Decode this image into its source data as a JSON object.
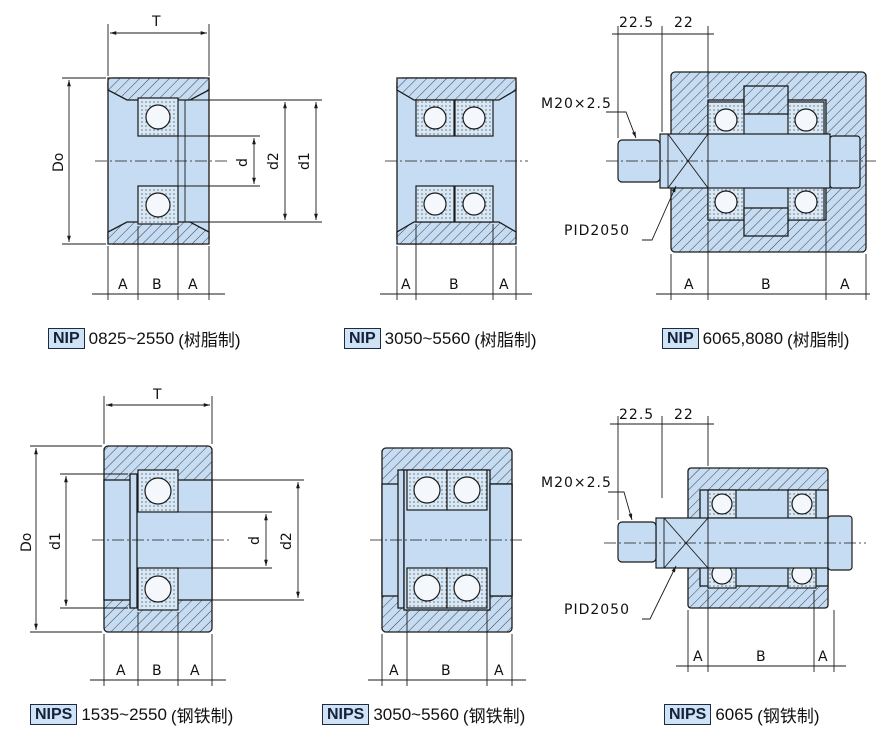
{
  "labels": {
    "T": "T",
    "Do": "Do",
    "d": "d",
    "d1": "d1",
    "d2": "d2",
    "A": "A",
    "B": "B",
    "dim_22_5": "22.5",
    "dim_22": "22",
    "thread": "M20×2.5",
    "pid": "PID2050"
  },
  "captions": [
    {
      "model": "NIP",
      "range": "0825~2550",
      "material": "(树脂制)"
    },
    {
      "model": "NIP",
      "range": "3050~5560",
      "material": "(树脂制)"
    },
    {
      "model": "NIP",
      "range": "6065,8080",
      "material": "(树脂制)"
    },
    {
      "model": "NIPS",
      "range": "1535~2550",
      "material": "(钢铁制)"
    },
    {
      "model": "NIPS",
      "range": "3050~5560",
      "material": "(钢铁制)"
    },
    {
      "model": "NIPS",
      "range": "6065",
      "material": "(钢铁制)"
    }
  ],
  "colors": {
    "body": "#c6dcf2",
    "badge": "#cfe3f4",
    "line": "#1a1a1a"
  }
}
